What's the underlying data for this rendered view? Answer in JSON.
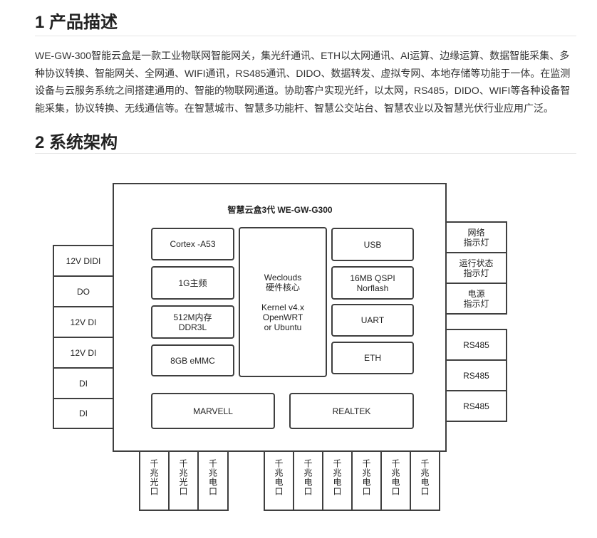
{
  "section1": {
    "title": "1 产品描述"
  },
  "description": "WE-GW-300智能云盒是一款工业物联网智能网关，集光纤通讯、ETH以太网通讯、AI运算、边缘运算、数据智能采集、多种协议转换、智能网关、全网通、WIFI通讯，RS485通讯、DIDO、数据转发、虚拟专网、本地存储等功能于一体。在监测设备与云服务系统之间搭建通用的、智能的物联网通道。协助客户实现光纤，以太网，RS485，DIDO、WIFI等各种设备智能采集，协议转换、无线通信等。在智慧城市、智慧多功能杆、智慧公交站台、智慧农业以及智慧光伏行业应用广泛。",
  "section2": {
    "title": "2 系统架构"
  },
  "diagram": {
    "title": "智慧云盒3代    WE-GW-G300",
    "left_ports": [
      "12V DIDI",
      "DO",
      "12V DI",
      "12V DI",
      "DI",
      "DI"
    ],
    "right_indicators": [
      "网络\n指示灯",
      "运行状态\n指示灯",
      "电源\n指示灯"
    ],
    "right_ports": [
      "RS485",
      "RS485",
      "RS485"
    ],
    "modules": {
      "cpu": "Cortex -A53",
      "freq": "1G主频",
      "ram": "512M内存\nDDR3L",
      "emmc": "8GB eMMC",
      "core": "Weclouds\n硬件核心\n\nKernel v4.x\nOpenWRT\nor Ubuntu",
      "usb": "USB",
      "qspi": "16MB QSPI\nNorflash",
      "uart": "UART",
      "eth": "ETH",
      "marvell": "MARVELL",
      "realtek": "REALTEK"
    },
    "bottom_ports_left": [
      "千兆光口",
      "千兆光口",
      "千兆电口"
    ],
    "bottom_ports_right": [
      "千兆电口",
      "千兆电口",
      "千兆电口",
      "千兆电口",
      "千兆电口",
      "千兆电口"
    ]
  }
}
